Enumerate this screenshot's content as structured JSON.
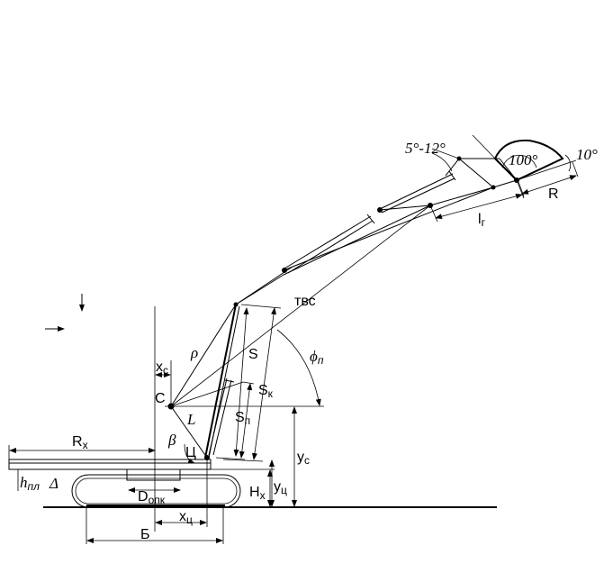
{
  "labels": {
    "tvs": "твс",
    "s": "S",
    "sk": "S",
    "sk_sub": "к",
    "sp": "S",
    "sp_sub": "п",
    "rho": "ρ",
    "phi": "ϕ",
    "phi_sub": "п",
    "xc": "x",
    "xc_sub": "c",
    "c": "C",
    "l": "L",
    "beta": "β",
    "ts": "Ц",
    "rx": "R",
    "rx_sub": "x",
    "hpl": "h",
    "hpl_sub": "пл",
    "delta": "Δ",
    "dopk": "D",
    "dopk_sub": "опк",
    "hx": "H",
    "hx_sub": "x",
    "yts": "y",
    "yts_sub": "ц",
    "yc": "y",
    "yc_sub": "c",
    "xts": "x",
    "xts_sub": "ц",
    "b": "Б",
    "lr": "l",
    "lr_sub": "г",
    "r": "R",
    "angle_5_12": "5°-12°",
    "angle_100": "100°",
    "angle_10": "10°"
  }
}
